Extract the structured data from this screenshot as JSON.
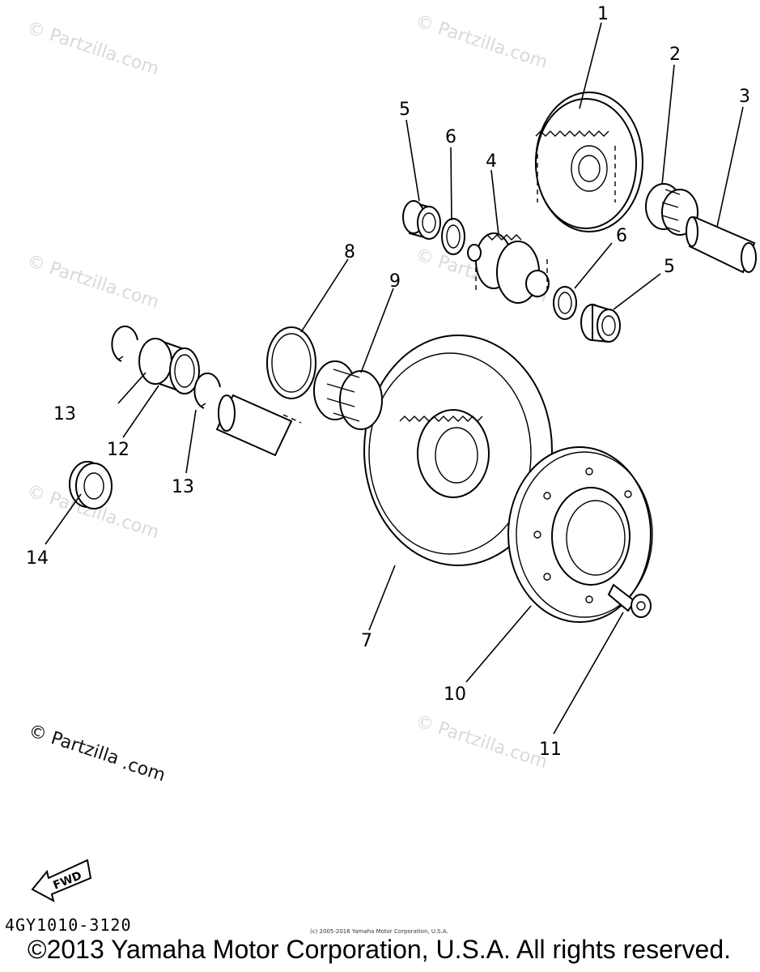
{
  "watermark": "© Partzilla.com",
  "watermark_main_line1": "© Partzilla",
  "watermark_main_line2": ".com",
  "callouts": {
    "p1": "1",
    "p2": "2",
    "p3": "3",
    "p4": "4",
    "p5a": "5",
    "p5b": "5",
    "p6a": "6",
    "p6b": "6",
    "p7": "7",
    "p8": "8",
    "p9": "9",
    "p10": "10",
    "p11": "11",
    "p12": "12",
    "p13a": "13",
    "p13b": "13",
    "p14": "14"
  },
  "fwd_label": "FWD",
  "drawing_code": "4GY1010-3120",
  "small_copyright": "(c) 2005-2016 Yamaha Motor Corporation, U.S.A.",
  "copyright": "©2013 Yamaha Motor Corporation, U.S.A. All rights reserved."
}
